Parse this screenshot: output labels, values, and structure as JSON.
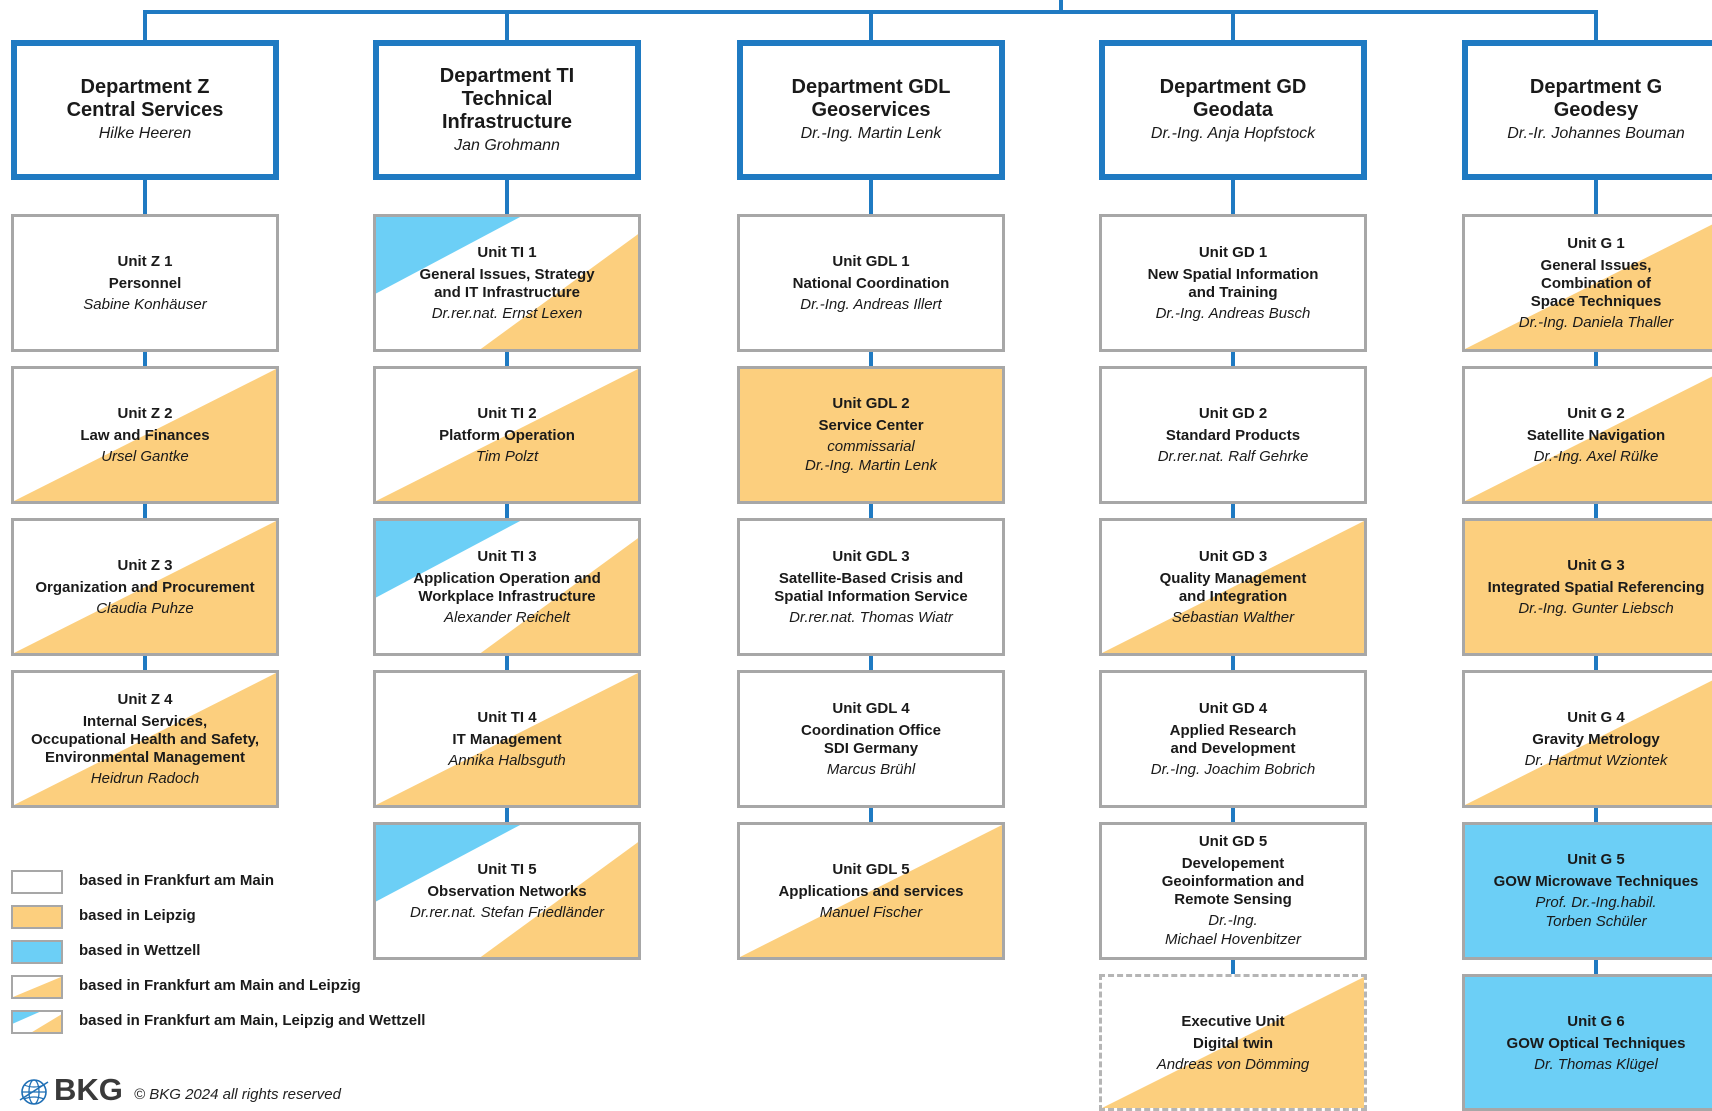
{
  "colors": {
    "frankfurt": "#ffffff",
    "leipzig": "#fccf7e",
    "wettzell": "#6ccff6",
    "connector": "#1f7ac2",
    "unit_border": "#a7a7a7"
  },
  "departments": [
    {
      "title": "Department Z",
      "subtitle": "Central Services",
      "head": "Hilke Heeren",
      "units": [
        {
          "code": "Unit Z 1",
          "name": "Personnel",
          "head": "Sabine Konhäuser",
          "location": "frankfurt"
        },
        {
          "code": "Unit Z 2",
          "name": "Law and Finances",
          "head": "Ursel Gantke",
          "location": "frankfurt-leipzig"
        },
        {
          "code": "Unit Z 3",
          "name": "Organization and Procurement",
          "head": "Claudia Puhze",
          "location": "frankfurt-leipzig"
        },
        {
          "code": "Unit Z 4",
          "name": "Internal Services,\nOccupational Health and Safety,\nEnvironmental Management",
          "head": "Heidrun Radoch",
          "location": "frankfurt-leipzig"
        }
      ]
    },
    {
      "title": "Department TI",
      "subtitle": "Technical\nInfrastructure",
      "head": "Jan Grohmann",
      "units": [
        {
          "code": "Unit TI 1",
          "name": "General Issues, Strategy\nand IT Infrastructure",
          "head": "Dr.rer.nat. Ernst Lexen",
          "location": "frankfurt-leipzig-wettzell"
        },
        {
          "code": "Unit TI 2",
          "name": "Platform Operation",
          "head": "Tim Polzt",
          "location": "frankfurt-leipzig"
        },
        {
          "code": "Unit TI 3",
          "name": "Application Operation and\nWorkplace Infrastructure",
          "head": "Alexander Reichelt",
          "location": "frankfurt-leipzig-wettzell"
        },
        {
          "code": "Unit TI 4",
          "name": "IT Management",
          "head": "Annika Halbsguth",
          "location": "frankfurt-leipzig"
        },
        {
          "code": "Unit TI 5",
          "name": "Observation Networks",
          "head": "Dr.rer.nat. Stefan Friedländer",
          "location": "frankfurt-leipzig-wettzell"
        }
      ]
    },
    {
      "title": "Department GDL",
      "subtitle": "Geoservices",
      "head": "Dr.-Ing. Martin Lenk",
      "units": [
        {
          "code": "Unit GDL 1",
          "name": "National Coordination",
          "head": "Dr.-Ing. Andreas Illert",
          "location": "frankfurt"
        },
        {
          "code": "Unit GDL 2",
          "name": "Service Center",
          "head": "commissarial\nDr.-Ing. Martin Lenk",
          "location": "leipzig"
        },
        {
          "code": "Unit GDL 3",
          "name": "Satellite-Based Crisis and\nSpatial Information Service",
          "head": "Dr.rer.nat. Thomas Wiatr",
          "location": "frankfurt"
        },
        {
          "code": "Unit GDL 4",
          "name": "Coordination Office\nSDI Germany",
          "head": "Marcus Brühl",
          "location": "frankfurt"
        },
        {
          "code": "Unit GDL 5",
          "name": "Applications and services",
          "head": "Manuel Fischer",
          "location": "frankfurt-leipzig"
        }
      ]
    },
    {
      "title": "Department GD",
      "subtitle": "Geodata",
      "head": "Dr.-Ing. Anja Hopfstock",
      "units": [
        {
          "code": "Unit GD 1",
          "name": "New Spatial Information\nand Training",
          "head": "Dr.-Ing. Andreas Busch",
          "location": "frankfurt"
        },
        {
          "code": "Unit GD 2",
          "name": "Standard Products",
          "head": "Dr.rer.nat. Ralf Gehrke",
          "location": "frankfurt"
        },
        {
          "code": "Unit GD 3",
          "name": "Quality Management\nand Integration",
          "head": "Sebastian Walther",
          "location": "frankfurt-leipzig"
        },
        {
          "code": "Unit GD 4",
          "name": "Applied Research\nand Development",
          "head": "Dr.-Ing. Joachim Bobrich",
          "location": "frankfurt"
        },
        {
          "code": "Unit GD 5",
          "name": "Developement\nGeoinformation and\nRemote Sensing",
          "head": "Dr.-Ing.\nMichael Hovenbitzer",
          "location": "frankfurt"
        },
        {
          "code": "Executive Unit",
          "name": "Digital twin",
          "head": "Andreas von Dömming",
          "location": "frankfurt-leipzig",
          "dashed": true
        }
      ]
    },
    {
      "title": "Department G",
      "subtitle": "Geodesy",
      "head": "Dr.-Ir. Johannes Bouman",
      "units": [
        {
          "code": "Unit G 1",
          "name": "General Issues,\nCombination of\nSpace Techniques",
          "head": "Dr.-Ing. Daniela Thaller",
          "location": "frankfurt-leipzig"
        },
        {
          "code": "Unit G 2",
          "name": "Satellite Navigation",
          "head": "Dr.-Ing. Axel Rülke",
          "location": "frankfurt-leipzig"
        },
        {
          "code": "Unit G 3",
          "name": "Integrated Spatial Referencing",
          "head": "Dr.-Ing. Gunter Liebsch",
          "location": "leipzig"
        },
        {
          "code": "Unit G 4",
          "name": "Gravity Metrology",
          "head": "Dr. Hartmut Wziontek",
          "location": "frankfurt-leipzig"
        },
        {
          "code": "Unit G 5",
          "name": "GOW Microwave Techniques",
          "head": "Prof. Dr.-Ing.habil.\nTorben Schüler",
          "location": "wettzell"
        },
        {
          "code": "Unit G 6",
          "name": "GOW Optical Techniques",
          "head": "Dr. Thomas Klügel",
          "location": "wettzell"
        }
      ]
    }
  ],
  "legend": [
    {
      "label": "based in Frankfurt am Main",
      "location": "frankfurt"
    },
    {
      "label": "based in Leipzig",
      "location": "leipzig"
    },
    {
      "label": "based in Wettzell",
      "location": "wettzell"
    },
    {
      "label": "based in Frankfurt am Main and Leipzig",
      "location": "frankfurt-leipzig"
    },
    {
      "label": "based in Frankfurt am Main, Leipzig and Wettzell",
      "location": "frankfurt-leipzig-wettzell"
    }
  ],
  "footer": {
    "logo_text": "BKG",
    "logo_icon": "globe-icon",
    "copyright": "© BKG 2024 all rights reserved"
  }
}
